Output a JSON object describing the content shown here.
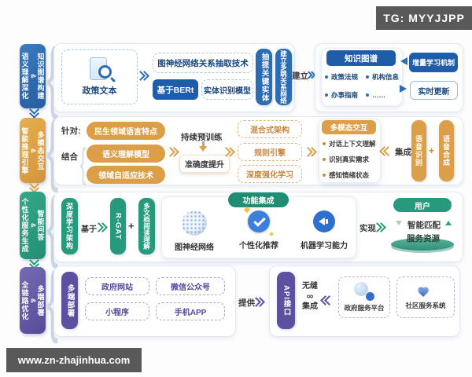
{
  "badge": {
    "text": "TG: MYYJJPP"
  },
  "watermark": "www.zn-zhajinhua.com",
  "decor": {
    "brace": "{"
  },
  "colors": {
    "blue": "#2b6cb5",
    "deep_blue": "#1f5dab",
    "orange": "#dd9e48",
    "orange_text": "#c8863c",
    "green": "#27997c",
    "deep_green": "#1e8e72",
    "purple": "#5b51a0",
    "badge_gray": "#595959"
  },
  "sidebar": {
    "items": [
      {
        "right": "知识图谱构建",
        "amp": "&",
        "left": "语义理解深化"
      },
      {
        "right": "多模态交互",
        "amp": "&",
        "left": "智能推理引擎"
      },
      {
        "right": "智能问答",
        "amp": "&",
        "left": "个性化服务生成"
      },
      {
        "right": "多端部署",
        "amp": "&",
        "left": "全链路优化"
      }
    ]
  },
  "row1": {
    "policy_doc": "政策文本",
    "gnn_tech": "图神经网络关系抽取技术",
    "bert": "基于BERt",
    "entity_model": "实体识别模型",
    "extract_pill": "抽提关键实体",
    "multihop_pill": "建立多跳关系网络",
    "build_label": "建立",
    "kg": {
      "title": "知识图谱",
      "bullets": [
        "政策法规",
        "机构信息",
        "办事指南",
        "……"
      ]
    },
    "incremental": "增量学习机制",
    "realtime": "实时更新"
  },
  "row2": {
    "target_label": "针对:",
    "combine_label": "结合",
    "pills": [
      "民生领域语言特点",
      "语义理解模型",
      "领域自适应技术"
    ],
    "pretrain": "持续预训练",
    "accuracy": "准确度提升",
    "dashed": [
      "混合式架构",
      "规则引擎",
      "深度强化学习"
    ],
    "card": {
      "title": "多模态交互",
      "bullets": [
        "对话上下文理解",
        "识别真实需求",
        "感知情绪状态"
      ]
    },
    "integrate": "集成",
    "asr": "语音识别",
    "plus": "+",
    "tts": "语音合成"
  },
  "row3": {
    "arch_pill": "深度学习架构",
    "based_on": "基于",
    "rgat": "R-GAT",
    "plus": "+",
    "multidoc": "多文档阅读理解",
    "func_label": "功能集成",
    "features": [
      "图神经网络",
      "个性化推荐",
      "机器学习能力"
    ],
    "realize": "实现",
    "user": "用户",
    "match": "智能匹配",
    "resource": "服务资源"
  },
  "row4": {
    "deploy_pill": "多端部署",
    "channels": [
      "政府网站",
      "微信公众号",
      "小程序",
      "手机APP"
    ],
    "provide": "提供",
    "api_pill": "API接口",
    "seamless_top": "无缝",
    "seamless_mid": "∞",
    "seamless_bottom": "集成",
    "systems": [
      "政府服务平台",
      "社区服务系统"
    ]
  }
}
